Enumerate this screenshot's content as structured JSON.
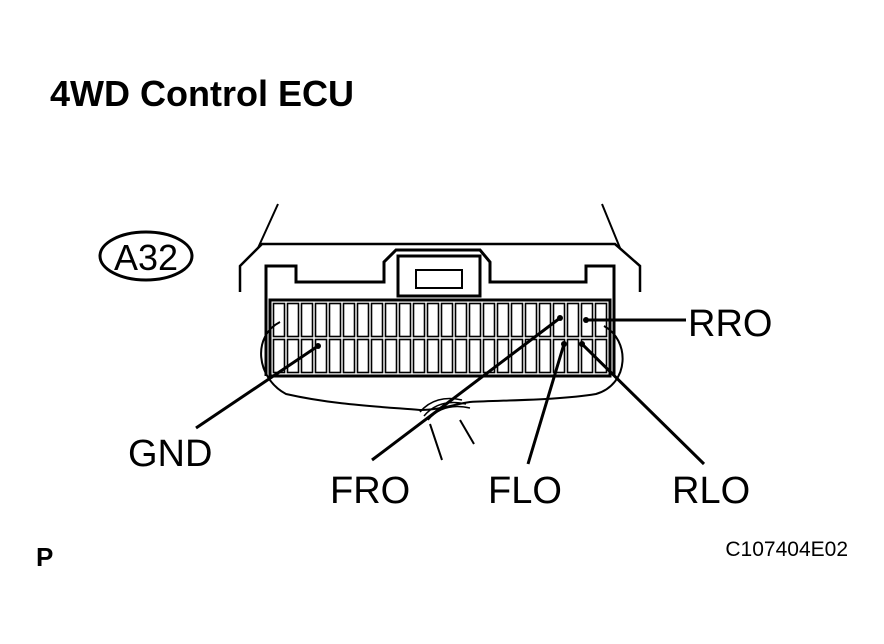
{
  "title": "4WD Control ECU",
  "connector_code": "A32",
  "terminals": {
    "gnd": "GND",
    "fro": "FRO",
    "flo": "FLO",
    "rlo": "RLO",
    "rro": "RRO"
  },
  "page_marker": "P",
  "figure_code": "C107404E02",
  "colors": {
    "ink": "#000000",
    "background": "#ffffff"
  }
}
